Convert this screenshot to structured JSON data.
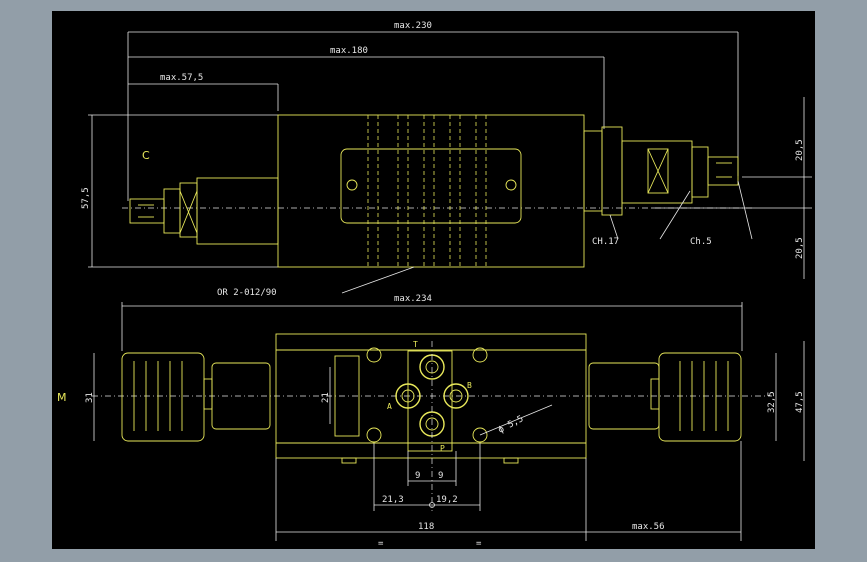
{
  "views": {
    "top": {
      "label": "C",
      "dims": {
        "max230": "max.230",
        "max180": "max.180",
        "max575": "max.57,5",
        "h575": "57,5",
        "r205a": "20,5",
        "r205b": "20,5"
      },
      "callouts": {
        "seal": "OR 2-012/90",
        "ch17": "CH.17",
        "ch5": "Ch.5"
      }
    },
    "bottom": {
      "label": "M",
      "dims": {
        "max234": "max.234",
        "d31": "31",
        "d21": "21",
        "d325": "32,5",
        "d475": "47,5",
        "d9a": "9",
        "d9b": "9",
        "d213": "21,3",
        "d192": "19,2",
        "d118": "118",
        "max56": "max.56",
        "eq1": "=",
        "eq2": "=",
        "phi": "ϕ 5,5"
      },
      "ports": {
        "T": "T",
        "A": "A",
        "B": "B",
        "P": "P"
      }
    }
  },
  "colors": {
    "background": "#000000",
    "frame": "#929ea8",
    "outline": "#e8e85a",
    "dimension": "#e6e6e6"
  }
}
